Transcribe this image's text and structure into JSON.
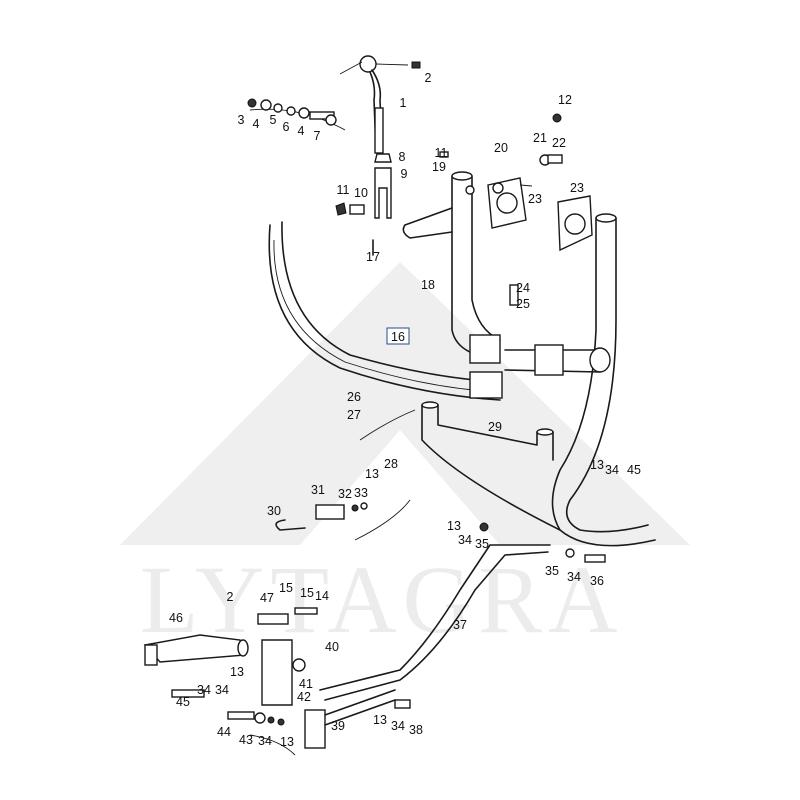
{
  "watermark": "LYTAGRA",
  "colors": {
    "line": "#1a1a1a",
    "watermark": "#ececec"
  },
  "callouts": [
    "2",
    "1",
    "3",
    "4",
    "5",
    "6",
    "4",
    "7",
    "8",
    "9",
    "11",
    "10",
    "11",
    "19",
    "20",
    "12",
    "21",
    "22",
    "23",
    "23",
    "17",
    "18",
    "24",
    "25",
    "16",
    "26",
    "27",
    "28",
    "29",
    "13",
    "13",
    "34",
    "45",
    "31",
    "32",
    "33",
    "30",
    "13",
    "34",
    "35",
    "35",
    "34",
    "36",
    "47",
    "15",
    "15",
    "14",
    "2",
    "46",
    "37",
    "40",
    "41",
    "42",
    "13",
    "34",
    "34",
    "45",
    "39",
    "13",
    "34",
    "38",
    "44",
    "43",
    "34",
    "13"
  ],
  "highlighted_callout": "16"
}
